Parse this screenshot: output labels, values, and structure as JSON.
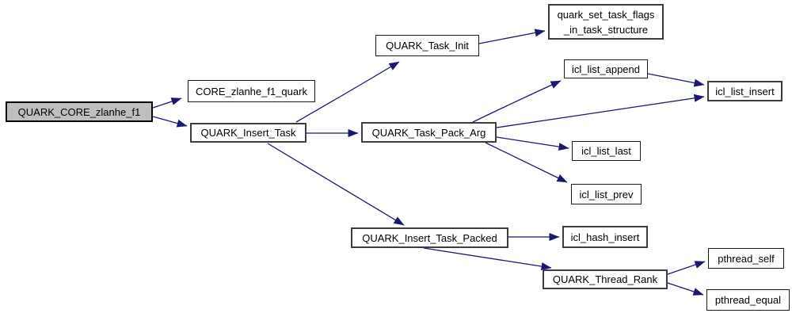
{
  "diagram": {
    "type": "call-graph",
    "colors": {
      "background": "#ffffff",
      "edge": "#191970",
      "node_fill": "#ffffff",
      "node_border": "#000000",
      "highlighted_node_fill": "#bfbfbf",
      "text": "#000000"
    },
    "nodes": [
      {
        "id": "QUARK_CORE_zlanhe_f1",
        "label": "QUARK_CORE_zlanhe_f1",
        "highlighted": true
      },
      {
        "id": "CORE_zlanhe_f1_quark",
        "label": "CORE_zlanhe_f1_quark",
        "highlighted": false
      },
      {
        "id": "QUARK_Insert_Task",
        "label": "QUARK_Insert_Task",
        "highlighted": false
      },
      {
        "id": "QUARK_Task_Init",
        "label": "QUARK_Task_Init",
        "highlighted": false
      },
      {
        "id": "quark_set_task_flags_in_task_structure",
        "label": "quark_set_task_flags\n_in_task_structure",
        "highlighted": false
      },
      {
        "id": "QUARK_Task_Pack_Arg",
        "label": "QUARK_Task_Pack_Arg",
        "highlighted": false
      },
      {
        "id": "icl_list_append",
        "label": "icl_list_append",
        "highlighted": false
      },
      {
        "id": "icl_list_insert",
        "label": "icl_list_insert",
        "highlighted": false
      },
      {
        "id": "icl_list_last",
        "label": "icl_list_last",
        "highlighted": false
      },
      {
        "id": "icl_list_prev",
        "label": "icl_list_prev",
        "highlighted": false
      },
      {
        "id": "QUARK_Insert_Task_Packed",
        "label": "QUARK_Insert_Task_Packed",
        "highlighted": false
      },
      {
        "id": "icl_hash_insert",
        "label": "icl_hash_insert",
        "highlighted": false
      },
      {
        "id": "QUARK_Thread_Rank",
        "label": "QUARK_Thread_Rank",
        "highlighted": false
      },
      {
        "id": "pthread_self",
        "label": "pthread_self",
        "highlighted": false
      },
      {
        "id": "pthread_equal",
        "label": "pthread_equal",
        "highlighted": false
      }
    ],
    "edges": [
      {
        "from": "QUARK_CORE_zlanhe_f1",
        "to": "CORE_zlanhe_f1_quark"
      },
      {
        "from": "QUARK_CORE_zlanhe_f1",
        "to": "QUARK_Insert_Task"
      },
      {
        "from": "QUARK_Insert_Task",
        "to": "QUARK_Task_Init"
      },
      {
        "from": "QUARK_Insert_Task",
        "to": "QUARK_Task_Pack_Arg"
      },
      {
        "from": "QUARK_Insert_Task",
        "to": "QUARK_Insert_Task_Packed"
      },
      {
        "from": "QUARK_Task_Init",
        "to": "quark_set_task_flags_in_task_structure"
      },
      {
        "from": "QUARK_Task_Pack_Arg",
        "to": "icl_list_append"
      },
      {
        "from": "QUARK_Task_Pack_Arg",
        "to": "icl_list_insert"
      },
      {
        "from": "QUARK_Task_Pack_Arg",
        "to": "icl_list_last"
      },
      {
        "from": "QUARK_Task_Pack_Arg",
        "to": "icl_list_prev"
      },
      {
        "from": "icl_list_append",
        "to": "icl_list_insert"
      },
      {
        "from": "QUARK_Insert_Task_Packed",
        "to": "icl_hash_insert"
      },
      {
        "from": "QUARK_Insert_Task_Packed",
        "to": "QUARK_Thread_Rank"
      },
      {
        "from": "QUARK_Thread_Rank",
        "to": "pthread_self"
      },
      {
        "from": "QUARK_Thread_Rank",
        "to": "pthread_equal"
      }
    ]
  }
}
